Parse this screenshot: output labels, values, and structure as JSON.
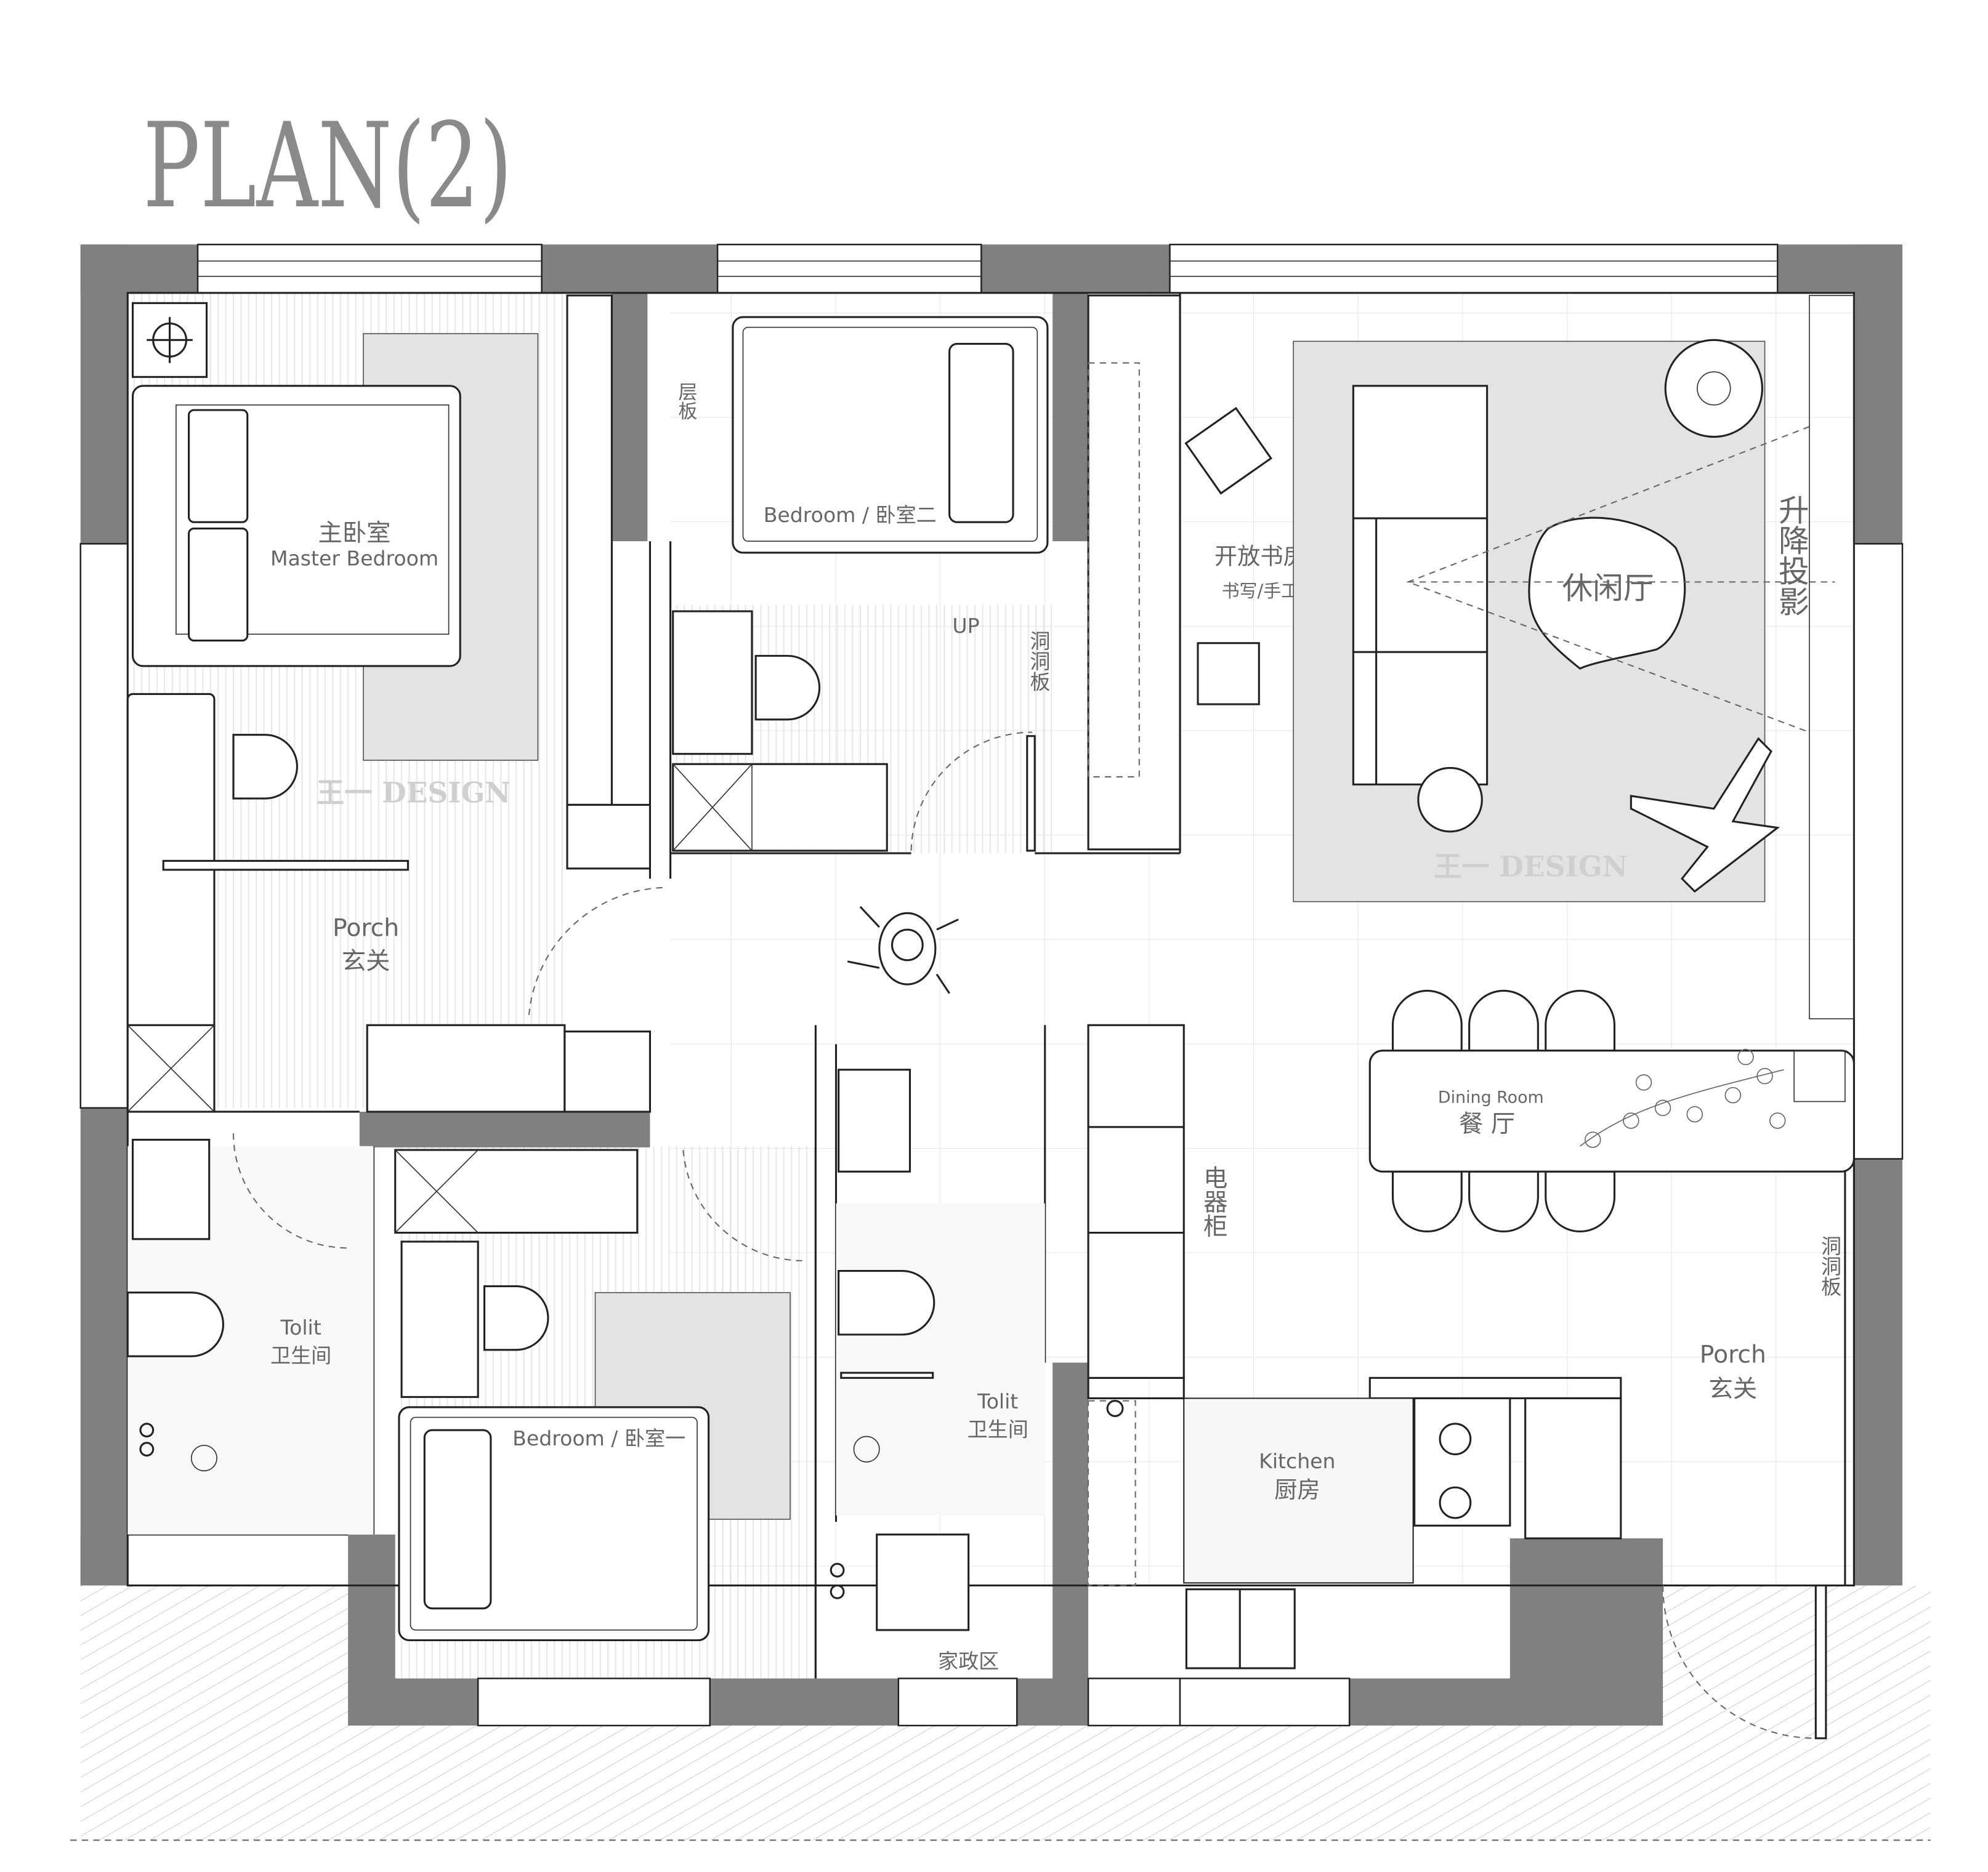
{
  "title": "PLAN(2)",
  "watermark": "王一 DESIGN",
  "rooms": {
    "master_bedroom_cn": "主卧室",
    "master_bedroom_en": "Master Bedroom",
    "bedroom2": "Bedroom / 卧室二",
    "shelf": "层板",
    "up": "UP",
    "hole_board_1": "洞洞板",
    "study_cn": "开放书房",
    "study_sub": "书写/手工",
    "lounge": "休闲厅",
    "projector": "升降投影",
    "porch_left_en": "Porch",
    "porch_left_cn": "玄关",
    "dining_en": "Dining Room",
    "dining_cn": "餐 厅",
    "appliance_cabinet": "电器柜",
    "hole_board_2": "洞洞板",
    "toilet_left_en": "Tolit",
    "toilet_left_cn": "卫生间",
    "bedroom1": "Bedroom / 卧室一",
    "toilet_mid_en": "Tolit",
    "toilet_mid_cn": "卫生间",
    "housework": "家政区",
    "kitchen_en": "Kitchen",
    "kitchen_cn": "厨房",
    "porch_right_en": "Porch",
    "porch_right_cn": "玄关"
  }
}
